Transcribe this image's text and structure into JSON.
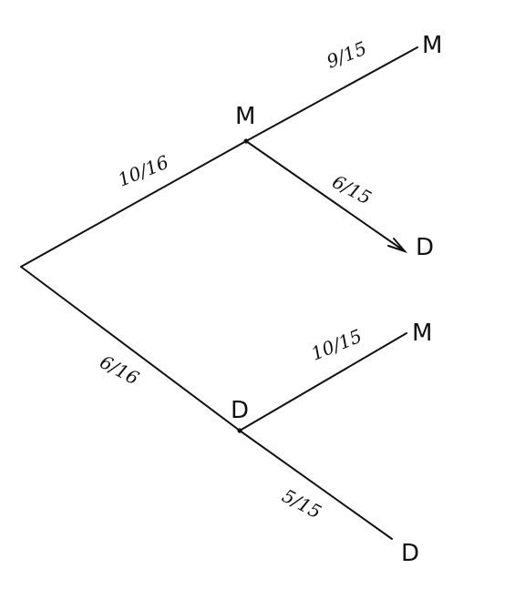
{
  "tree": {
    "level1": {
      "upper": {
        "node": "M",
        "prob": "10/16"
      },
      "lower": {
        "node": "D",
        "prob": "6/16"
      }
    },
    "level2": {
      "after_m": {
        "upper": {
          "node": "M",
          "prob": "9/15"
        },
        "lower": {
          "node": "D",
          "prob": "6/15"
        }
      },
      "after_d": {
        "upper": {
          "node": "M",
          "prob": "10/15"
        },
        "lower": {
          "node": "D",
          "prob": "5/15"
        }
      }
    }
  },
  "colors": {
    "ink": "#111111",
    "background": "#ffffff"
  }
}
